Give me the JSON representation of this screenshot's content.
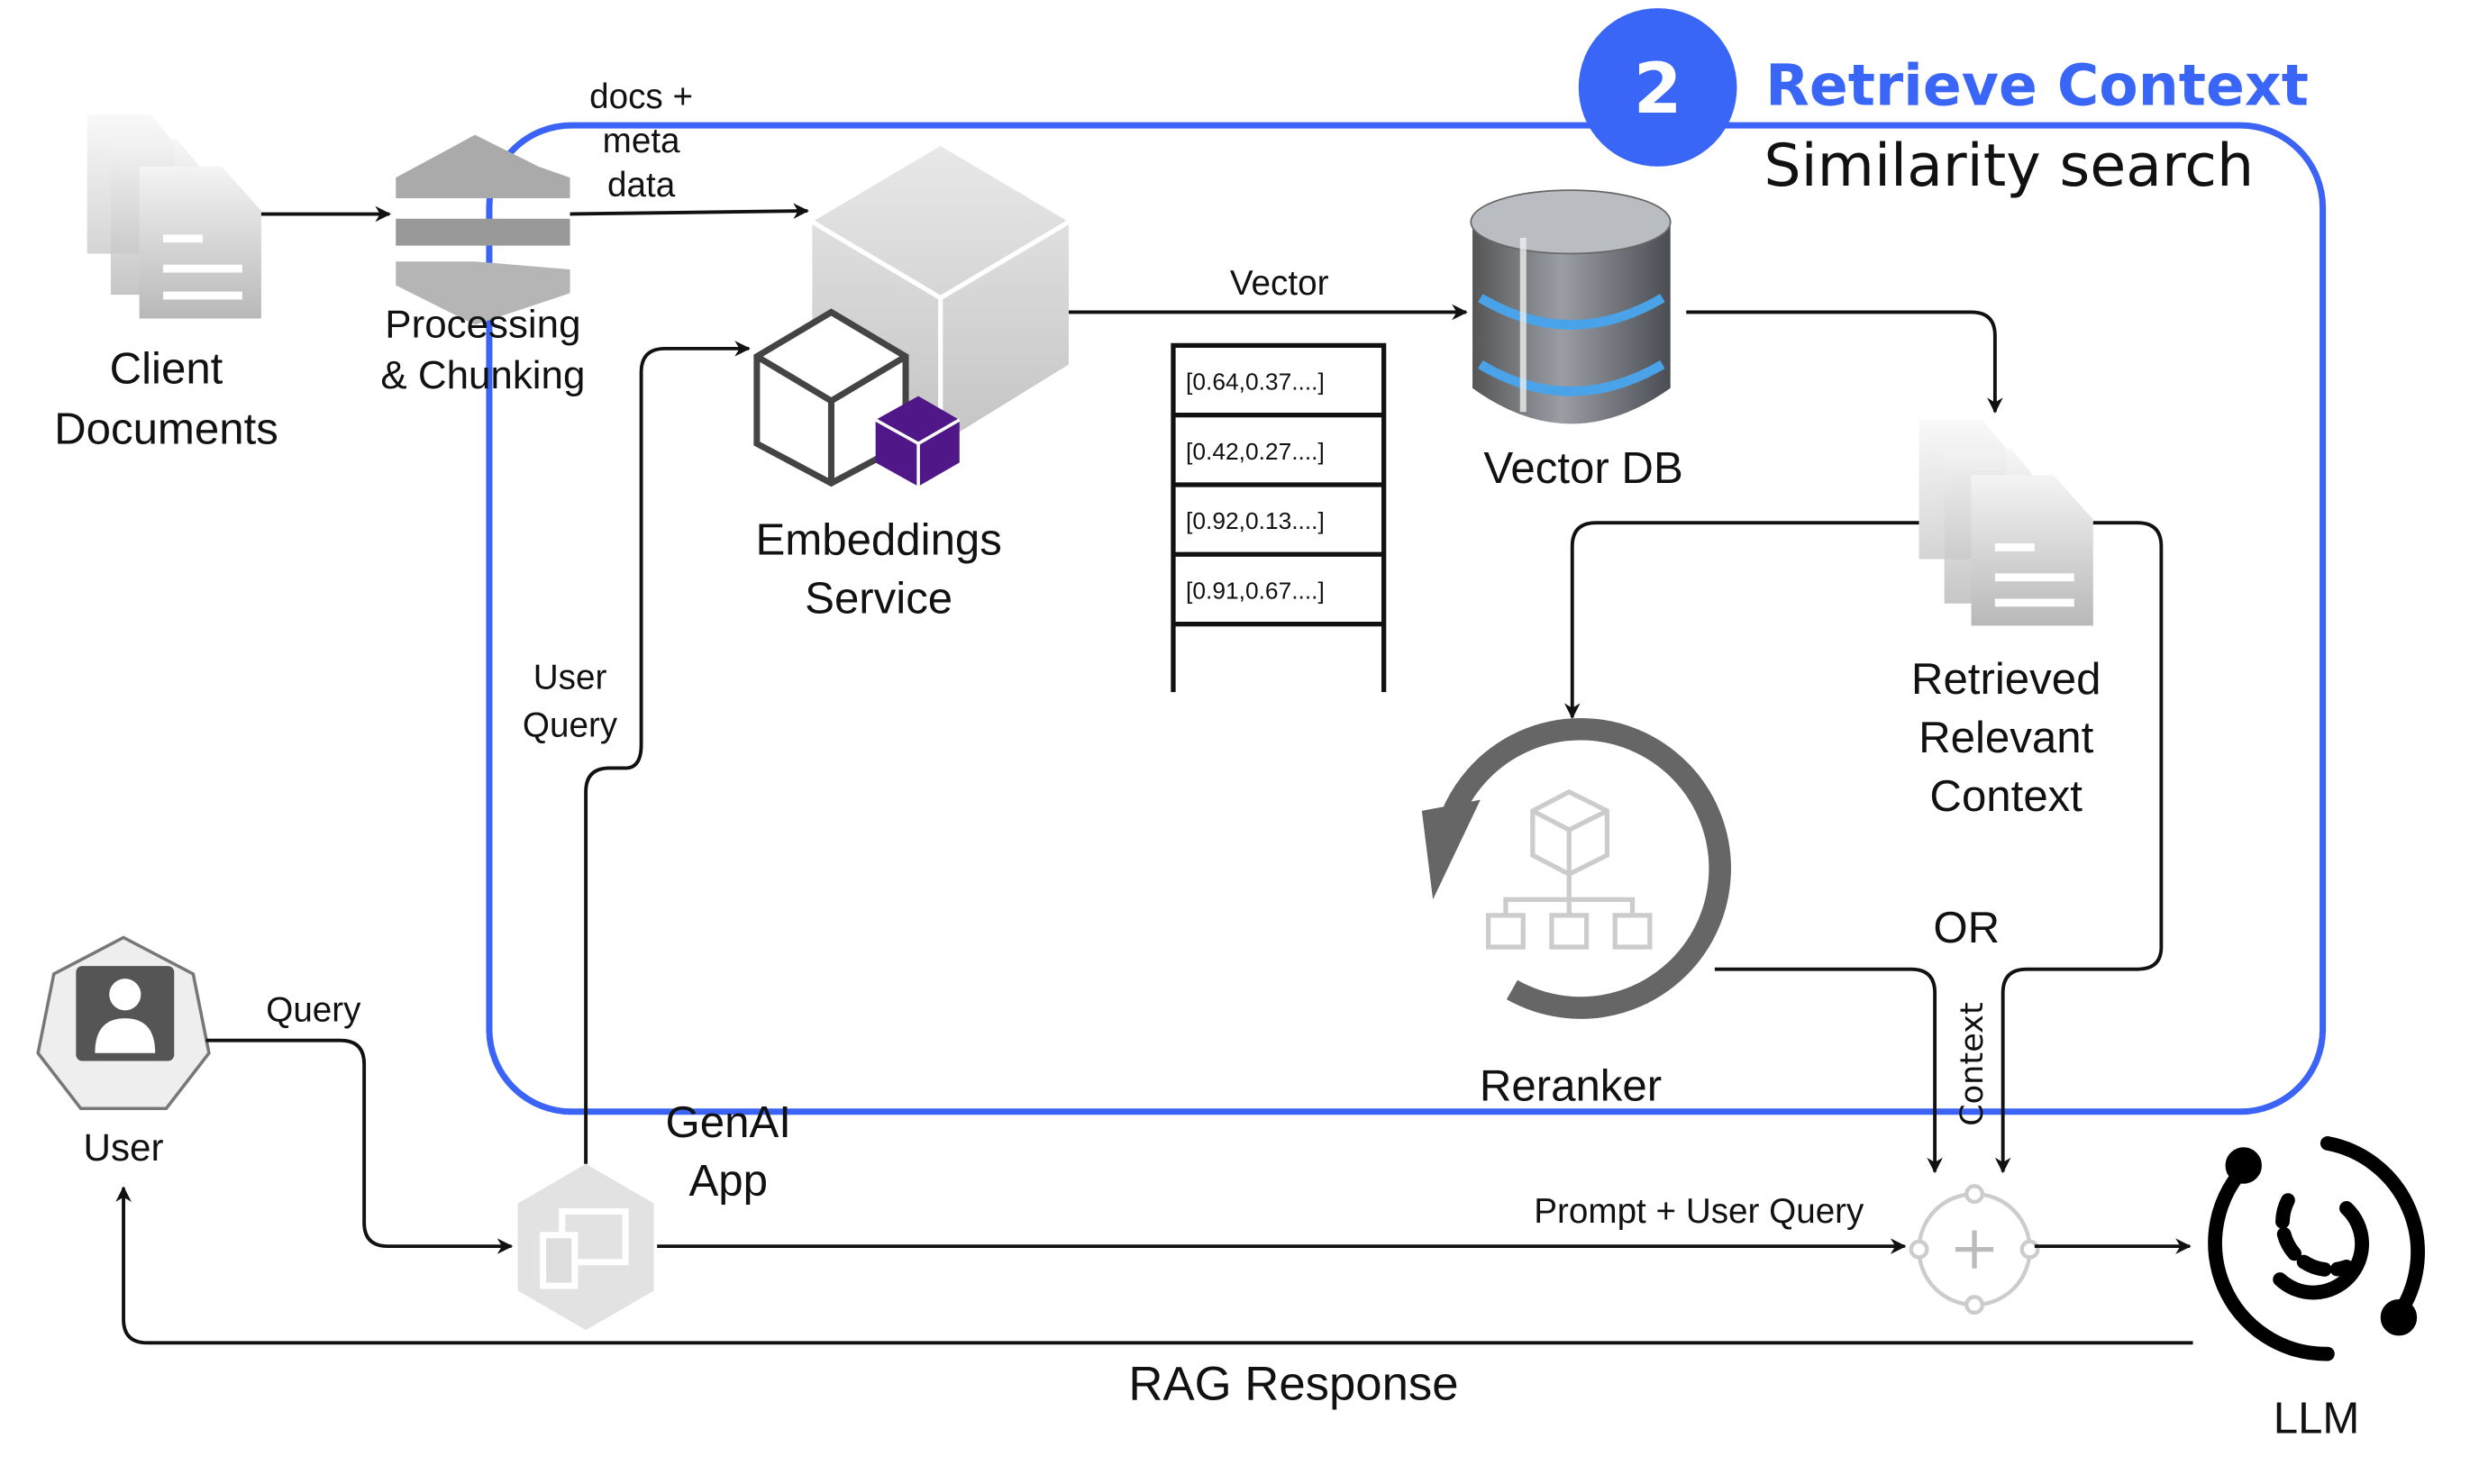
{
  "header": {
    "step_number": "2",
    "title": "Retrieve Context",
    "subtitle": "Similarity search",
    "accent_color": "#3a66f7"
  },
  "nodes": {
    "client_documents": [
      "Client",
      "Documents"
    ],
    "processing": [
      "Processing",
      "& Chunking"
    ],
    "embeddings": [
      "Embeddings",
      "Service"
    ],
    "vector_db": "Vector DB",
    "retrieved": [
      "Retrieved",
      "Relevant",
      "Context"
    ],
    "reranker": "Reranker",
    "user": "User",
    "genai_app": [
      "GenAI",
      "App"
    ],
    "llm": "LLM"
  },
  "edges": {
    "docs_meta": [
      "docs +",
      "meta",
      "data"
    ],
    "vector": "Vector",
    "user_query": [
      "User",
      "Query"
    ],
    "query": "Query",
    "or": "OR",
    "context": "Context",
    "prompt": "Prompt + User Query",
    "rag_response": "RAG Response"
  },
  "vector_table": [
    "[0.64,0.37....]",
    "[0.42,0.27....]",
    "[0.92,0.13....]",
    "[0.91,0.67....]"
  ]
}
